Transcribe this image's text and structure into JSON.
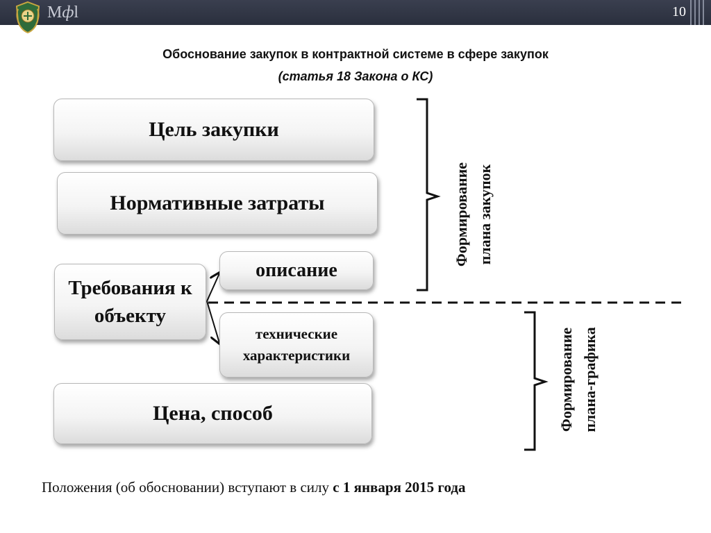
{
  "header": {
    "logo_text": "М",
    "logo_text_italic": "ф",
    "logo_text_tail": "l",
    "slide_number": "10"
  },
  "title": "Обоснование закупок в контрактной системе в сфере закупок",
  "subtitle": "(статья 18 Закона о КС)",
  "boxes": {
    "goal": "Цель закупки",
    "normative": "Нормативные затраты",
    "requirements": "Требования к объекту",
    "description": "описание",
    "technical": "технические характеристики",
    "price": "Цена, способ"
  },
  "labels": {
    "plan_line1": "Формирование",
    "plan_line2": "плана закупок",
    "schedule_line1": "Формирование",
    "schedule_line2": "плана-графика"
  },
  "footer": {
    "text": "Положения (об обосновании) вступают в силу ",
    "bold": "с 1 января 2015 года"
  },
  "colors": {
    "topbar": "#2f3443",
    "box_border": "#b7b7b7",
    "text": "#111111"
  }
}
